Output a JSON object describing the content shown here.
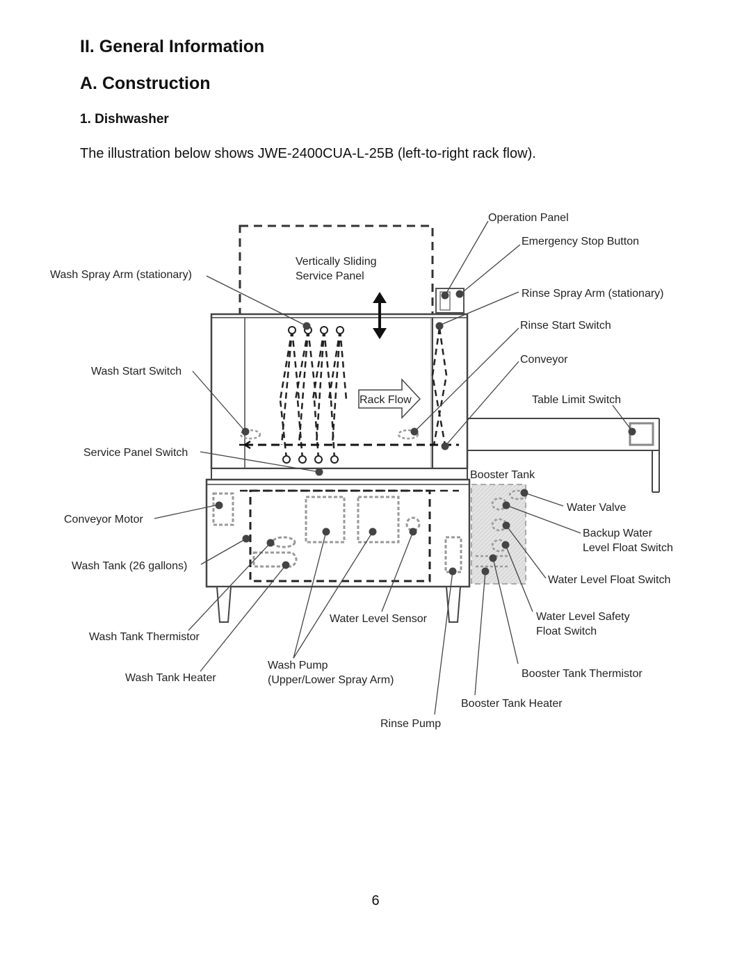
{
  "heading_section": "II. General Information",
  "heading_sub": "A. Construction",
  "heading_item": "1. Dishwasher",
  "intro": "The illustration below shows JWE-2400CUA-L-25B (left-to-right rack flow).",
  "page_number": "6",
  "labels": {
    "operation_panel": "Operation Panel",
    "emergency_stop": "Emergency Stop Button",
    "vertically_sliding_1": "Vertically Sliding",
    "vertically_sliding_2": "Service Panel",
    "wash_spray_arm": "Wash Spray Arm (stationary)",
    "rinse_spray_arm": "Rinse Spray Arm (stationary)",
    "rinse_start_switch": "Rinse Start Switch",
    "conveyor": "Conveyor",
    "wash_start_switch": "Wash Start Switch",
    "rack_flow": "Rack Flow",
    "table_limit_switch": "Table Limit Switch",
    "service_panel_switch": "Service Panel Switch",
    "booster_tank": "Booster Tank",
    "water_valve": "Water Valve",
    "conveyor_motor": "Conveyor Motor",
    "backup_water_1": "Backup Water",
    "backup_water_2": "Level Float Switch",
    "wash_tank": "Wash Tank (26 gallons)",
    "water_level_float": "Water Level Float Switch",
    "water_level_sensor": "Water Level Sensor",
    "water_level_safety_1": "Water Level Safety",
    "water_level_safety_2": "Float Switch",
    "wash_tank_thermistor": "Wash Tank Thermistor",
    "wash_pump_1": "Wash Pump",
    "wash_pump_2": "(Upper/Lower Spray Arm)",
    "booster_tank_thermistor": "Booster Tank Thermistor",
    "wash_tank_heater": "Wash Tank Heater",
    "booster_tank_heater": "Booster Tank Heater",
    "rinse_pump": "Rinse Pump"
  }
}
